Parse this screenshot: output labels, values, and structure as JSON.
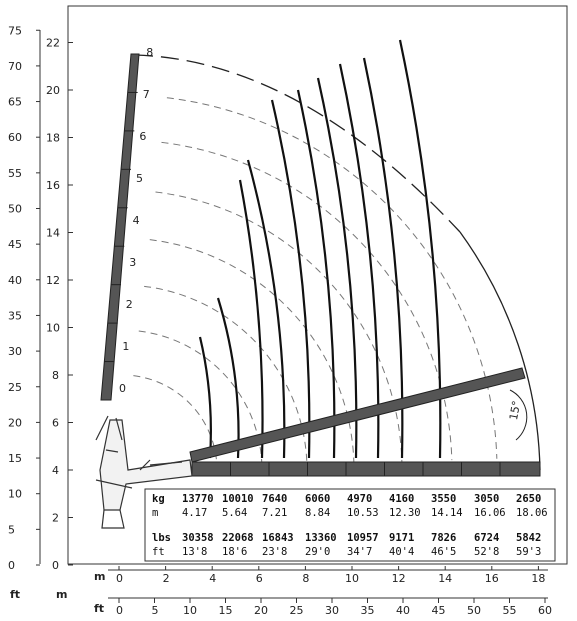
{
  "chart_data": {
    "type": "load-range-diagram",
    "y_axis_m": [
      "0",
      "2",
      "4",
      "6",
      "8",
      "10",
      "12",
      "14",
      "16",
      "18",
      "20",
      "22"
    ],
    "y_axis_ft": [
      "0",
      "5",
      "10",
      "15",
      "20",
      "25",
      "30",
      "35",
      "40",
      "45",
      "50",
      "55",
      "60",
      "65",
      "70",
      "75"
    ],
    "x_axis_m": [
      "0",
      "2",
      "4",
      "6",
      "8",
      "10",
      "12",
      "14",
      "16",
      "18"
    ],
    "x_axis_ft": [
      "0",
      "5",
      "10",
      "15",
      "20",
      "25",
      "30",
      "35",
      "40",
      "45",
      "50",
      "55",
      "60"
    ],
    "unit_labels": {
      "ft_left": "ft",
      "m_left": "m",
      "m_bottom": "m",
      "ft_bottom": "ft"
    },
    "boom_sections": [
      "0",
      "1",
      "2",
      "3",
      "4",
      "5",
      "6",
      "7",
      "8"
    ],
    "angle_label": "15°",
    "load_table": {
      "kg_label": "kg",
      "m_label": "m",
      "lbs_label": "lbs",
      "ft_label": "ft",
      "kg": [
        "13770",
        "10010",
        "7640",
        "6060",
        "4970",
        "4160",
        "3550",
        "3050",
        "2650"
      ],
      "m": [
        "4.17",
        "5.64",
        "7.21",
        "8.84",
        "10.53",
        "12.30",
        "14.14",
        "16.06",
        "18.06"
      ],
      "lbs": [
        "30358",
        "22068",
        "16843",
        "13360",
        "10957",
        "9171",
        "7826",
        "6724",
        "5842"
      ],
      "ft": [
        "13'8",
        "18'6",
        "23'8",
        "29'0",
        "34'7",
        "40'4",
        "46'5",
        "52'8",
        "59'3"
      ]
    }
  }
}
